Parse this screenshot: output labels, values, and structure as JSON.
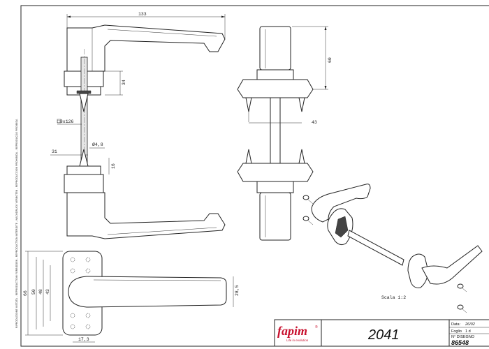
{
  "side_notice": "RIPRODUZIONE VIETATA - REPRODUCTION FORBIDDEN - REPRODUCTION INTERDITE - NACHDRUCK VERBOTEN - REPRODUCCION PROHIBIDA - REPRODUÇÃO PROIBIDA",
  "top_view": {
    "dim_length": "133",
    "dim_rose_height": "34",
    "dim_square": "□8x126",
    "dim_screw_dia": "Ø4,8",
    "dim_31": "31",
    "dim_16": "16"
  },
  "side_view": {
    "dim_height": "60",
    "dim_43": "43"
  },
  "front_view": {
    "dim_66": "66",
    "dim_50": "50",
    "dim_48": "48",
    "dim_43": "43",
    "dim_28_5": "28,5",
    "dim_17_3": "17,3"
  },
  "iso_view": {
    "scale_label": "Scala 1:2"
  },
  "title_block": {
    "brand_name": "fapim",
    "brand_registered": "®",
    "brand_tagline": "Life in evolution",
    "model_number": "2041",
    "field_data": "Data:",
    "field_data_value": "26/02",
    "field_foglio": "Foglio",
    "field_foglio_value": "1  d",
    "field_disegno": "N° DISEGNO",
    "drawing_number": "86548"
  },
  "colors": {
    "brand_red": "#c8102e",
    "line": "#222222"
  }
}
